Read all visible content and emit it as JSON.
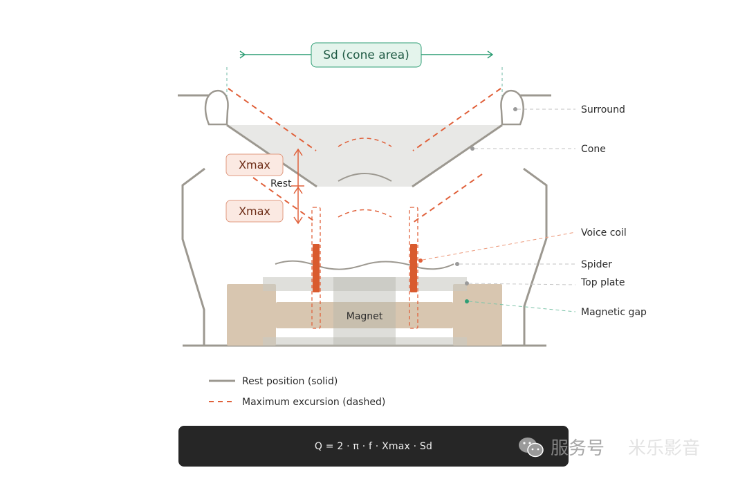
{
  "title": "Speaker driver cross-section: rest position vs. maximum excursion",
  "sd_label": "Sd (cone area)",
  "xmax_labels": [
    "Xmax",
    "Xmax"
  ],
  "rest_label": "Rest",
  "center_label": "Magnet",
  "callouts": [
    {
      "label": "Surround",
      "color": "#9a9a9a"
    },
    {
      "label": "Cone",
      "color": "#9a9a9a"
    },
    {
      "label": "Voice coil",
      "color": "#e07a55"
    },
    {
      "label": "Spider",
      "color": "#9a9a9a"
    },
    {
      "label": "Top plate",
      "color": "#9a9a9a"
    },
    {
      "label": "Magnetic gap",
      "color": "#2e9e75"
    }
  ],
  "legend": [
    {
      "label": "Rest position (solid)",
      "style": "solid",
      "color": "#9c9890"
    },
    {
      "label": "Maximum excursion (dashed)",
      "style": "dashed",
      "color": "#e0603a"
    }
  ],
  "formula": "Q = 2 · π · f · Xmax · Sd",
  "watermark": {
    "primary": "服务号",
    "secondary": "米乐影音"
  },
  "colors": {
    "structure": "#9c9890",
    "excursion": "#e0603a",
    "accent_green": "#2e9e75",
    "cone_fill": "#e8e8e6",
    "magnet_fill": "#d8c6b0",
    "plate_fill": "#dcdcd8"
  }
}
